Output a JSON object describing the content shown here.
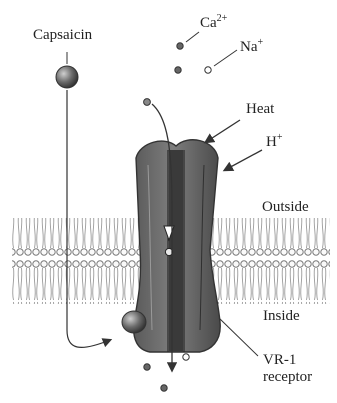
{
  "labels": {
    "capsaicin": "Capsaicin",
    "calcium": "Ca",
    "calcium_charge": "2+",
    "sodium": "Na",
    "sodium_charge": "+",
    "heat": "Heat",
    "proton": "H",
    "proton_charge": "+",
    "outside": "Outside",
    "inside": "Inside",
    "receptor_line1": "VR-1",
    "receptor_line2": "receptor"
  }
}
